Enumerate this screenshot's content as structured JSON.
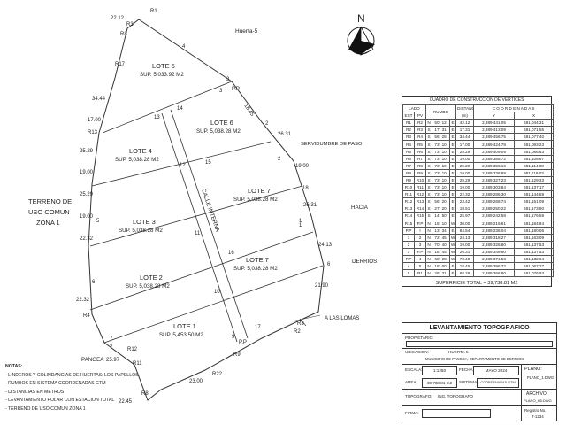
{
  "north_label": "N",
  "neighbors": {
    "north": "Huerta-5",
    "east_servidumbre": "SERVIDUMBRE DE PASO",
    "east_hacia": "HACIA",
    "east_derrios": "DERRIOS",
    "southeast": "A LAS LOMAS",
    "south": "PANGEA",
    "west_line1": "TERRENO DE",
    "west_line2": "USO COMUN",
    "west_line3": "ZONA 1"
  },
  "road_label": "CALLE INTERNA",
  "lots": [
    {
      "name": "LOTE 5",
      "area": "SUP. 5,033.92 M2"
    },
    {
      "name": "LOTE 6",
      "area": "SUP. 5,038.28 M2"
    },
    {
      "name": "LOTE 4",
      "area": "SUP. 5,038.28 M2"
    },
    {
      "name": "LOTE 7",
      "area": "SUP. 5,038.28 M2"
    },
    {
      "name": "LOTE 3",
      "area": "SUP. 5,038.28 M2"
    },
    {
      "name": "LOTE 7",
      "area": "SUP. 5,038.28 M2"
    },
    {
      "name": "LOTE 2",
      "area": "SUP. 5,038.28 M2"
    },
    {
      "name": "LOTE 1",
      "area": "SUP. 5,453.50 M2"
    }
  ],
  "vertex_labels": [
    "R1",
    "R3",
    "R17",
    "R13",
    "R4",
    "R12",
    "R11",
    "R22",
    "R8",
    "R9",
    "R2",
    "R3",
    "R8",
    "P.P",
    "P.P",
    "13",
    "14",
    "12",
    "15",
    "11",
    "16",
    "10",
    "7",
    "9",
    "3",
    "4",
    "3",
    "2",
    "2",
    "18",
    "1",
    "1",
    "6",
    "5",
    "6",
    "7",
    "17"
  ],
  "distance_labels": [
    "22.12",
    "34.44",
    "17.00",
    "25.29",
    "19.00",
    "25.29",
    "19.00",
    "22.32",
    "22.32",
    "25.97",
    "23.00",
    "22.45",
    "18.45",
    "26.31",
    "19.00",
    "26.31",
    "24.13",
    "21.90"
  ],
  "coord_table": {
    "title": "CUADRO DE CONSTRUCCION DE VERTICES",
    "h_lado": "LADO",
    "h_rumbo": "RUMBO",
    "h_dist": "DISTANCIA",
    "h_dist_unit": "(m)",
    "h_coords": "C O O R D E N A D A S",
    "h_est": "EST",
    "h_pv": "PV",
    "h_y": "Y",
    "h_x": "X",
    "rows": [
      [
        "R1",
        "R2",
        "N",
        "50° 12'",
        "E",
        "42.12",
        "2,389,441.05",
        "681,044.31"
      ],
      [
        "R2",
        "R3",
        "S",
        "17° 31'",
        "E",
        "17.31",
        "2,389,413.09",
        "681,071.55"
      ],
      [
        "R3",
        "R4",
        "S",
        "56° 28'",
        "E",
        "34.44",
        "2,389,456.75",
        "681,077.40"
      ],
      [
        "R4",
        "R5",
        "S",
        "73° 10'",
        "E",
        "17.00",
        "2,389,424.78",
        "681,093.23"
      ],
      [
        "R5",
        "R6",
        "S",
        "73° 10'",
        "E",
        "25.29",
        "2,389,409.09",
        "681,086.63"
      ],
      [
        "R6",
        "R7",
        "S",
        "73° 10'",
        "E",
        "19.00",
        "2,389,385.72",
        "681,108.67"
      ],
      [
        "R7",
        "R8",
        "S",
        "73° 10'",
        "E",
        "25.29",
        "2,389,356.16",
        "681,114.08"
      ],
      [
        "R8",
        "R9",
        "S",
        "73° 10'",
        "E",
        "19.00",
        "2,389,336.89",
        "681,119.03"
      ],
      [
        "R9",
        "R10",
        "S",
        "73° 10'",
        "E",
        "25.29",
        "2,389,327.23",
        "681,129.33"
      ],
      [
        "R10",
        "R11",
        "S",
        "73° 10'",
        "E",
        "19.00",
        "2,389,303.84",
        "681,137.17"
      ],
      [
        "R11",
        "R12",
        "S",
        "73° 10'",
        "E",
        "22.32",
        "2,389,286.30",
        "681,144.59"
      ],
      [
        "R12",
        "R13",
        "S",
        "56° 20'",
        "E",
        "23.42",
        "2,389,268.74",
        "681,151.09"
      ],
      [
        "R13",
        "R14",
        "S",
        "27° 20'",
        "E",
        "18.51",
        "2,389,250.22",
        "681,173.80"
      ],
      [
        "R14",
        "R15",
        "S",
        "14° 50'",
        "E",
        "25.97",
        "2,389,242.58",
        "681,176.59"
      ],
      [
        "R15",
        "P.P",
        "N",
        "15° 10'",
        "W",
        "30.00",
        "2,389,216.61",
        "681,184.84"
      ],
      [
        "P.P",
        "I",
        "N",
        "13° 34'",
        "E",
        "84.54",
        "2,389,236.04",
        "681,180.06"
      ],
      [
        "1",
        "2",
        "N",
        "72° 45'",
        "W",
        "24.13",
        "2,389,318.27",
        "681,163.09"
      ],
      [
        "2",
        "3",
        "N",
        "70° 40'",
        "W",
        "19.00",
        "2,389,326.80",
        "681,137.53"
      ],
      [
        "3",
        "P.P",
        "N",
        "18° 45'",
        "W",
        "26.31",
        "2,389,349.60",
        "681,137.53"
      ],
      [
        "P.P",
        "4",
        "N",
        "68° 28'",
        "W",
        "70.40",
        "2,389,371.53",
        "681,132.64"
      ],
      [
        "4",
        "5",
        "N",
        "18° 00'",
        "E",
        "18.45",
        "2,389,396.72",
        "681,067.27"
      ],
      [
        "5",
        "R1",
        "N",
        "26° 31'",
        "E",
        "68.28",
        "2,389,366.80",
        "681,076.93"
      ]
    ],
    "total": "SUPERFICIE TOTAL = 39,738.81 M2"
  },
  "title_block": {
    "title": "LEVANTAMIENTO TOPOGRAFICO",
    "propietario_label": "PROPIETARIO:",
    "ubicacion_label": "UBICACION:",
    "ubicacion_value": "HUERTA-5",
    "municipio": "MUNICIPIO DE PANGEA, DEPARTAMENTO DE DERRIOS",
    "escala_label": "ESCALA:",
    "escala_value": "1:1250",
    "fecha_label": "FECHA:",
    "fecha_value": "MAYO 2024",
    "plano_label": "PLANO:",
    "plano_value": "PLANO_1.DWG",
    "area_label": "AREA:",
    "area_value": "39,738.81 m2",
    "sistema_label": "SISTEMA:",
    "sistema_value": "COORDENADAS GTM",
    "topografo_label": "TOPOGRAFO:",
    "topografo_value": "ING. TOPOGRAFO",
    "archivo_label": "ARCHIVO:",
    "archivo_value": "PLANO_H5.DWG",
    "firma_label": "FIRMA:",
    "registro_label": "Registro No.",
    "registro_value": "T-1234"
  },
  "notes": {
    "title": "NOTAS:",
    "items": [
      "- LINDEROS Y COLINDANCIAS DE HUERTAS: LOS PAPELLOS",
      "- RUMBOS EN SISTEMA COORDENADAS GTM",
      "- DISTANCIAS EN METROS",
      "- LEVANTAMIENTO POLAR CON ESTACION TOTAL",
      "- TERRENO DE USO COMUN ZONA 1"
    ]
  }
}
